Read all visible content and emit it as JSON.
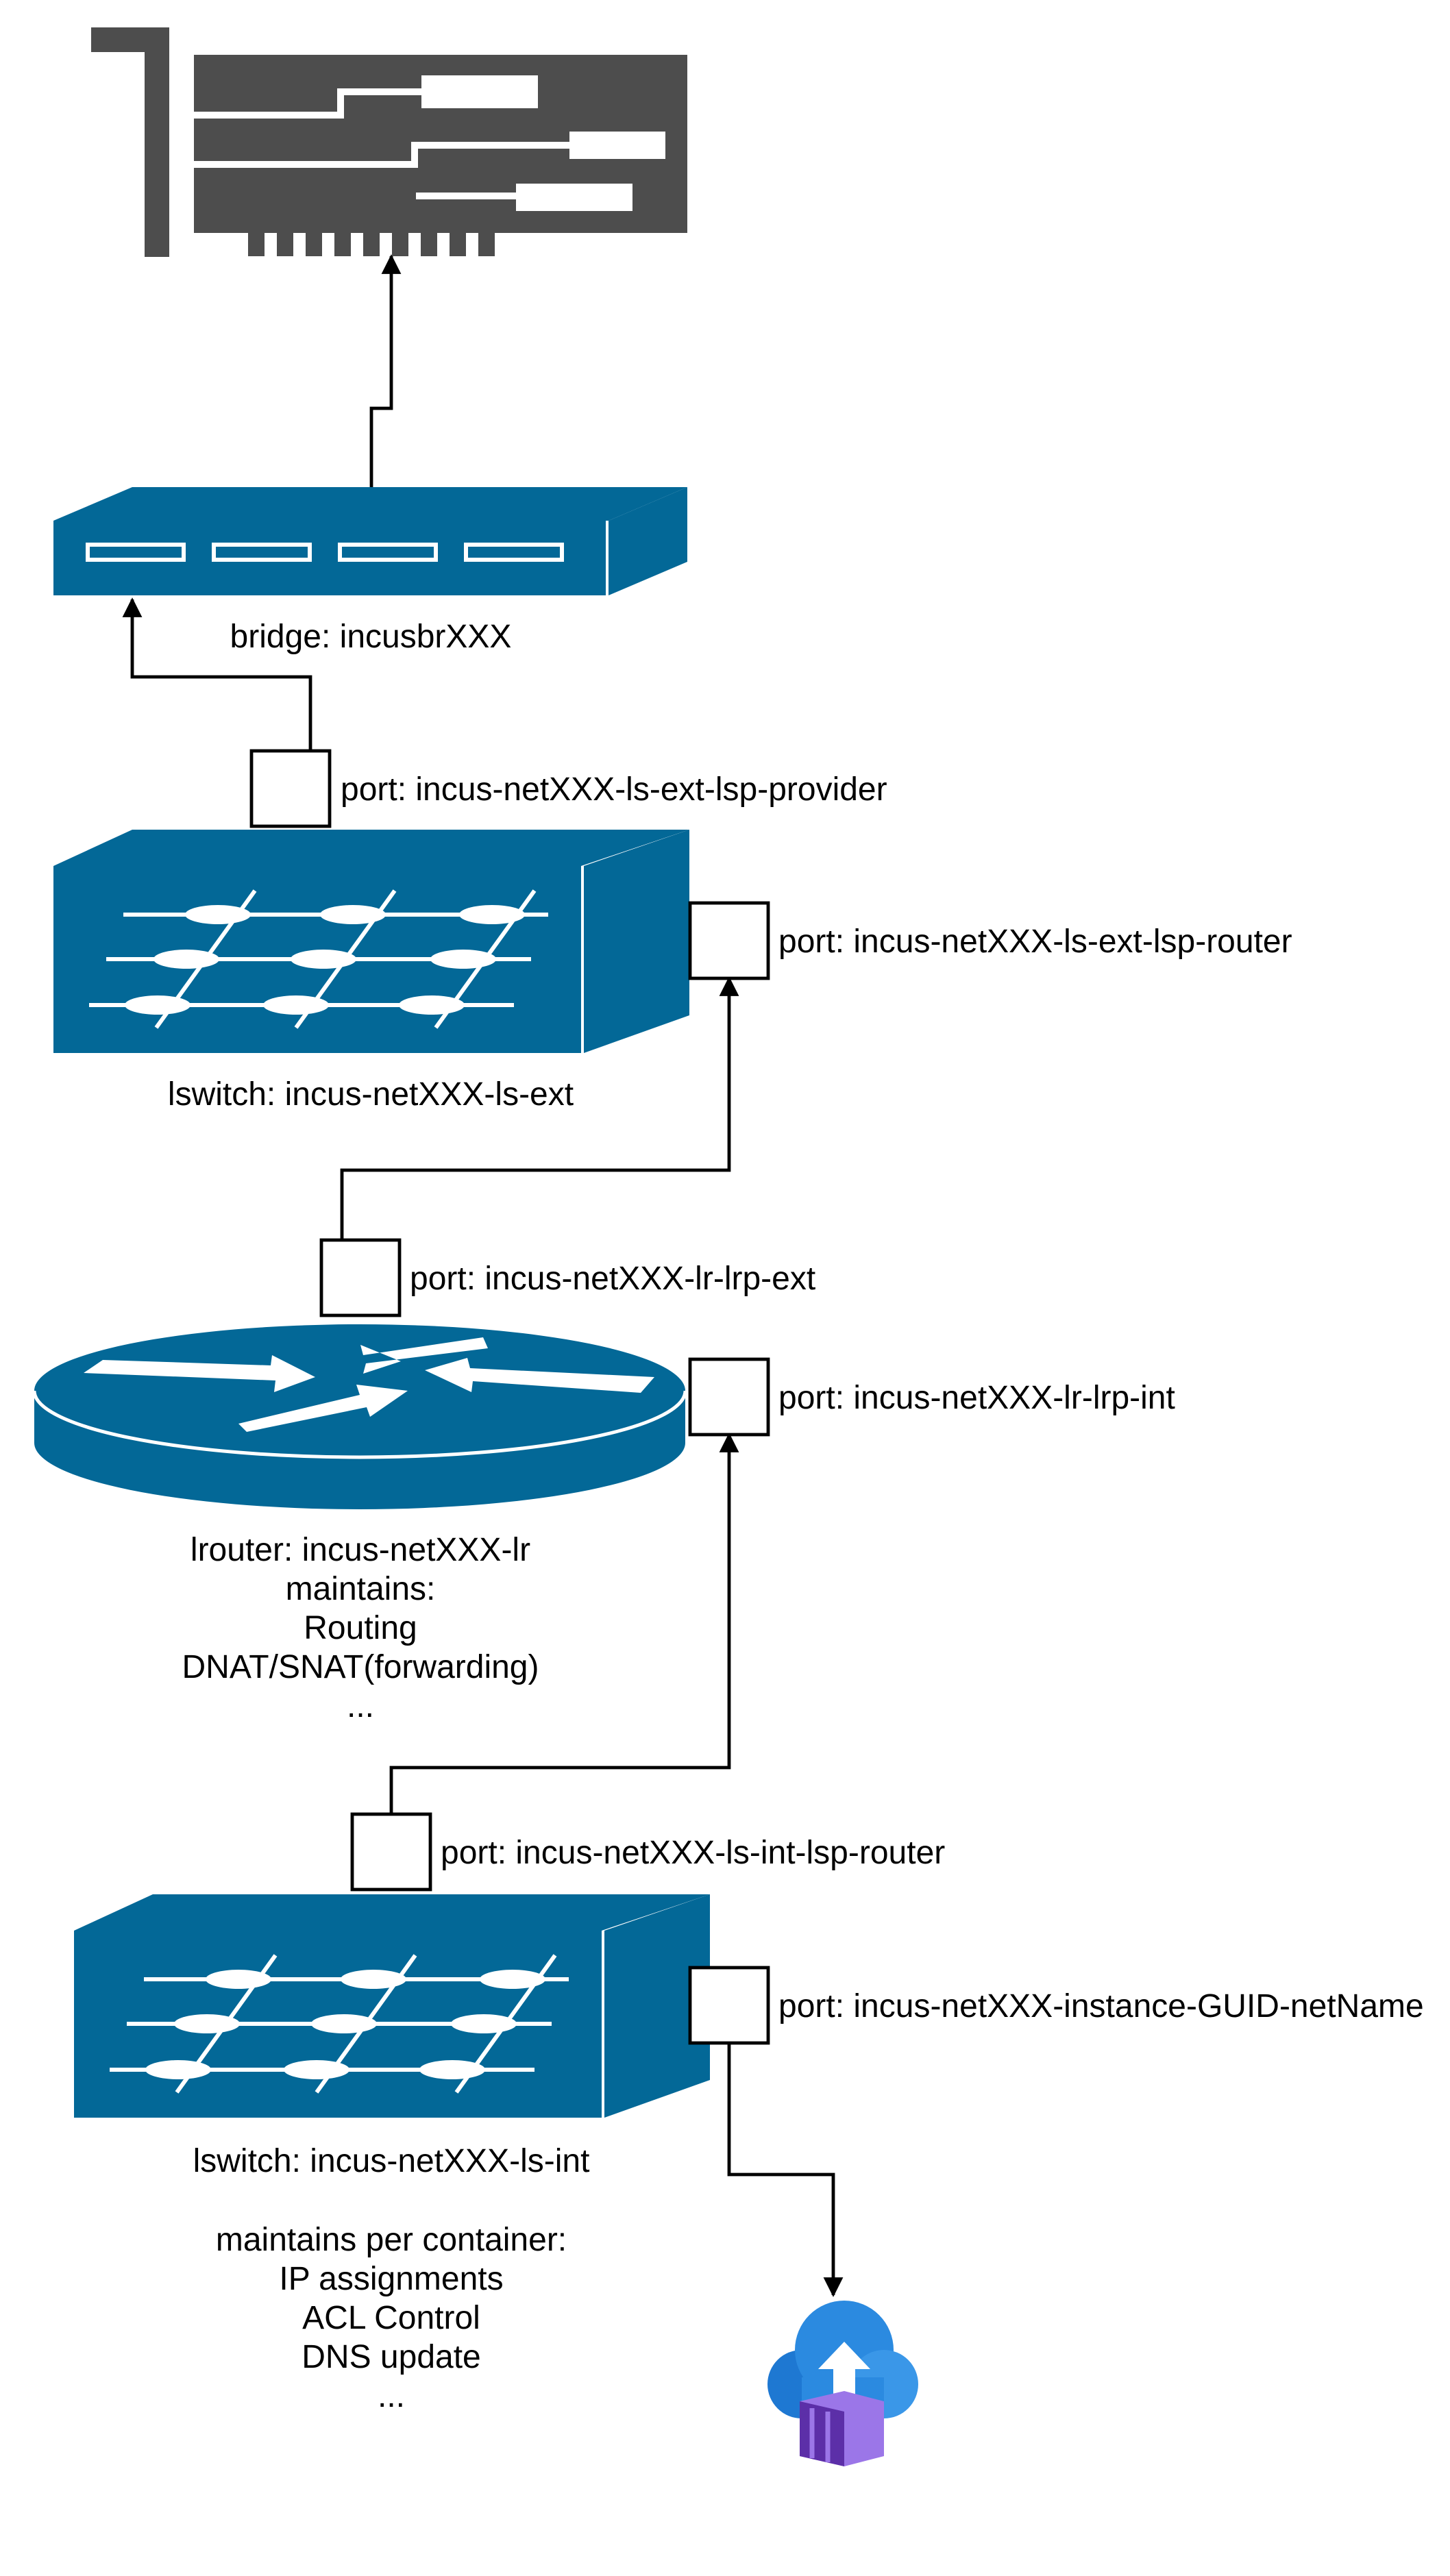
{
  "colors": {
    "network_blue": "#036897",
    "nic_gray": "#4D4D4D",
    "cloud_blue": "#2B8AE0",
    "container_purple": "#7D52D8",
    "line": "#000000",
    "background": "#ffffff"
  },
  "nodes": {
    "nic": {
      "icon": "network-card-icon"
    },
    "bridge": {
      "icon": "switch-icon",
      "label": "bridge: incusbrXXX"
    },
    "lswitch_ext": {
      "icon": "layer3-switch-icon",
      "label": "lswitch: incus-netXXX-ls-ext"
    },
    "lrouter": {
      "icon": "router-icon",
      "label_lines": [
        "lrouter: incus-netXXX-lr",
        "maintains:",
        "Routing",
        "DNAT/SNAT(forwarding)",
        "..."
      ]
    },
    "lswitch_int": {
      "icon": "layer3-switch-icon",
      "label": "lswitch: incus-netXXX-ls-int",
      "notes_lines": [
        "maintains per container:",
        "IP assignments",
        "ACL Control",
        "DNS update",
        "..."
      ]
    },
    "container": {
      "icon": "cloud-container-icon"
    }
  },
  "ports": {
    "ext_provider": "port: incus-netXXX-ls-ext-lsp-provider",
    "ext_router": "port: incus-netXXX-ls-ext-lsp-router",
    "lr_ext": "port: incus-netXXX-lr-lrp-ext",
    "lr_int": "port: incus-netXXX-lr-lrp-int",
    "int_router": "port: incus-netXXX-ls-int-lsp-router",
    "instance": "port: incus-netXXX-instance-GUID-netName"
  }
}
